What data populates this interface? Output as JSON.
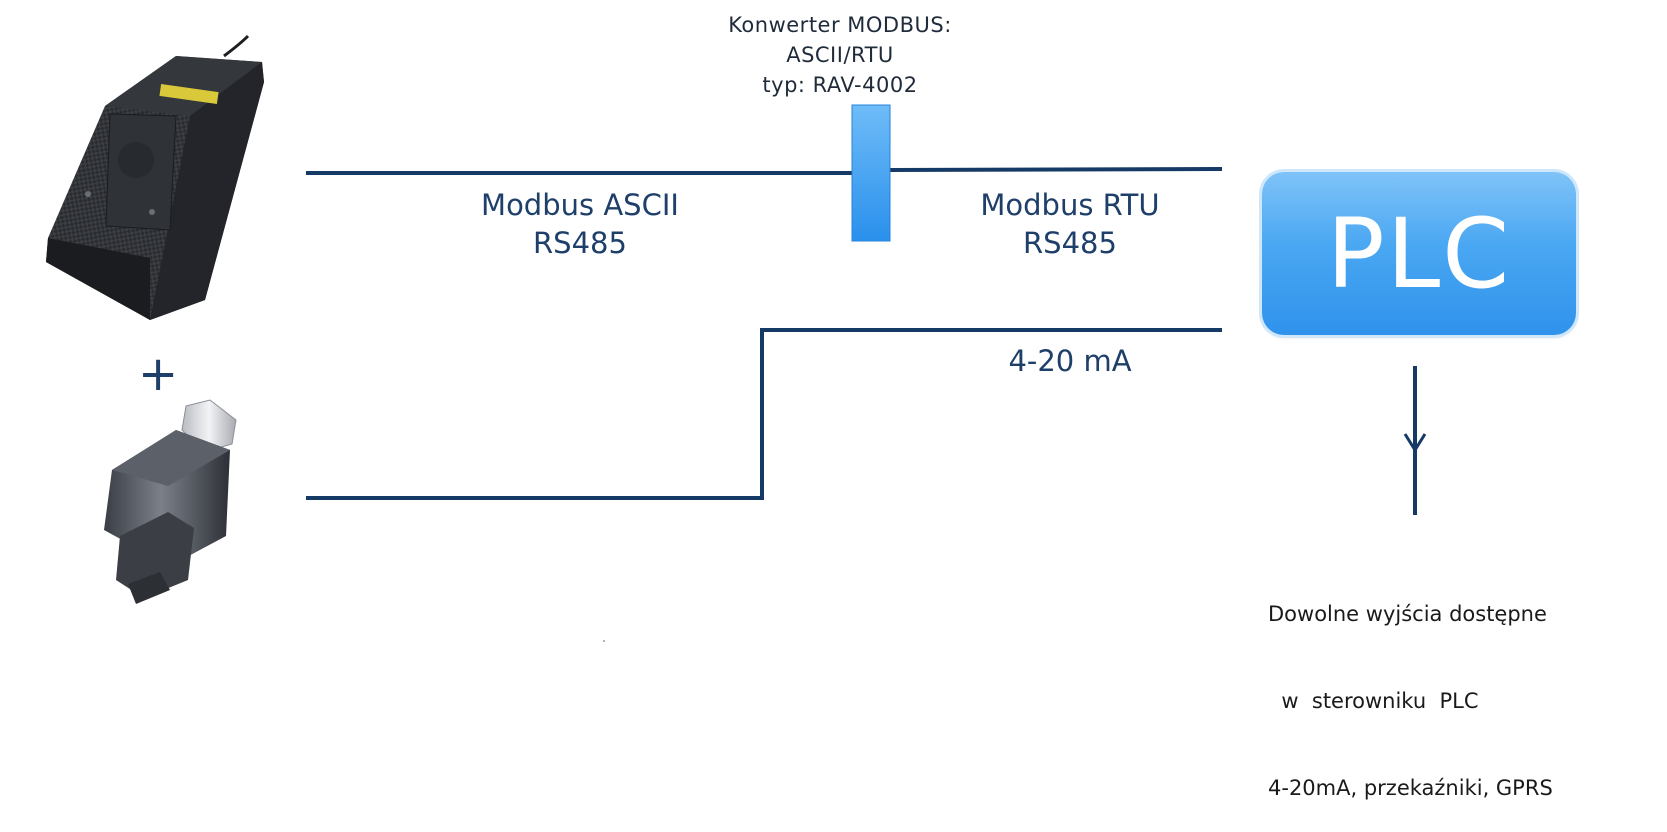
{
  "converter": {
    "line1": "Konwerter MODBUS:",
    "line2": "ASCII/RTU",
    "line3": "typ: RAV-4002"
  },
  "links": {
    "ascii_protocol": "Modbus ASCII",
    "ascii_interface": "RS485",
    "rtu_protocol": "Modbus RTU",
    "rtu_interface": "RS485",
    "analog": "4-20 mA"
  },
  "plc": {
    "label": "PLC"
  },
  "plus_sign": "+",
  "outputs": {
    "line1": "Dowolne wyjścia dostępne",
    "line2": "  w  sterowniku  PLC",
    "line3": "4-20mA, przekaźniki, GPRS"
  },
  "colors": {
    "line": "#163a66",
    "converter_block": "#3aa0f0",
    "plc_box": "#3d9cf0"
  },
  "icons": {
    "radar_sensor": "radar-level-sensor-icon",
    "pressure_sensor": "pressure-transmitter-icon",
    "arrow": "arrow-down-icon"
  }
}
